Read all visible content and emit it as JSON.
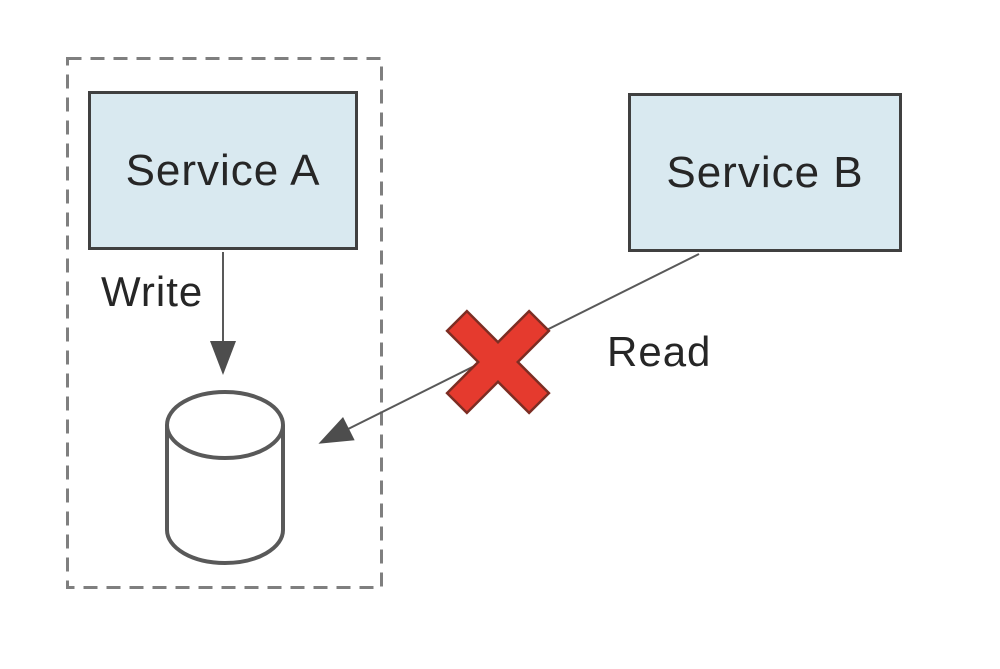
{
  "nodes": {
    "service_a": {
      "label": "Service A"
    },
    "service_b": {
      "label": "Service B"
    },
    "database": {
      "icon": "database-cylinder-icon"
    }
  },
  "edges": {
    "write": {
      "label": "Write",
      "from": "service_a",
      "to": "database"
    },
    "read": {
      "label": "Read",
      "from": "service_b",
      "to": "database",
      "blocked_icon": "red-x-icon"
    }
  },
  "colors": {
    "node_fill": "#d9e9f0",
    "node_border": "#404040",
    "line": "#595959",
    "arrowhead": "#4d4d4d",
    "boundary": "#7f7f7f",
    "text": "#262626",
    "blocked_x": "#e53a2e",
    "blocked_x_outline": "#7c2d23",
    "background": "#ffffff"
  }
}
